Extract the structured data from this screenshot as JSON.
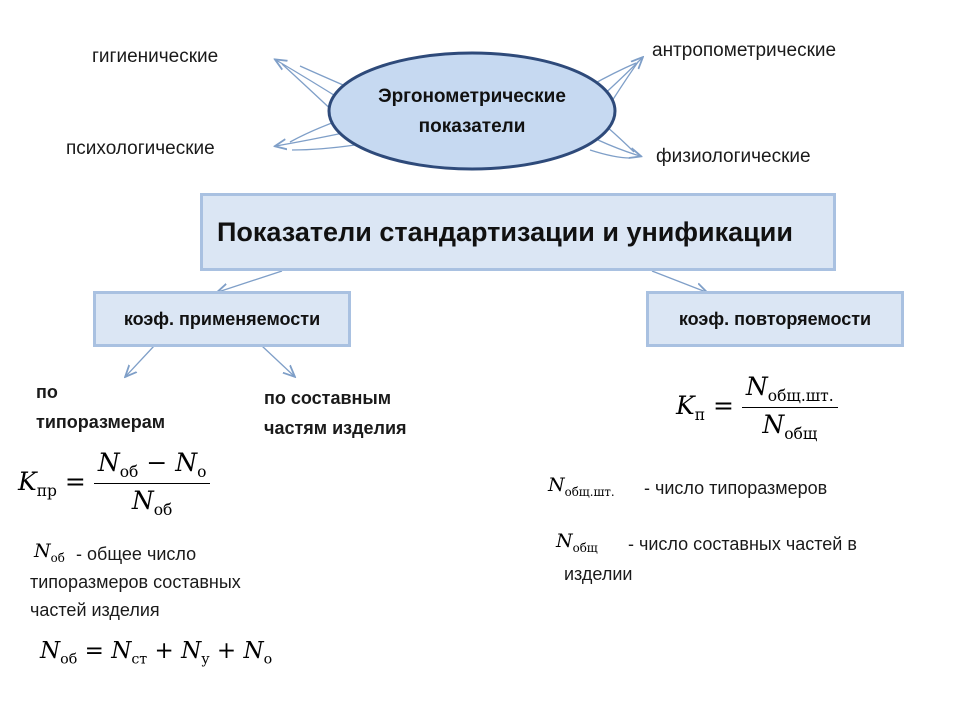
{
  "ellipse": {
    "line1": "Эргонометрические",
    "line2": "показатели"
  },
  "branches": {
    "top_left": "гигиенические",
    "bottom_left": "психологические",
    "top_right": "антропометрические",
    "bottom_right": "физиологические"
  },
  "main_box": "Показатели стандартизации и унификации",
  "left_box": "коэф. применяемости",
  "right_box": "коэф. повторяемости",
  "left_sub": {
    "by_size_line1": "по",
    "by_size_line2": "типоразмерам",
    "by_parts_line1": "по составным",
    "by_parts_line2": "частям изделия"
  },
  "formulas": {
    "k_pr": {
      "symbol": "K",
      "symbol_sub": "пр",
      "num_a": "N",
      "num_a_sub": "об",
      "minus": "−",
      "num_b": "N",
      "num_b_sub": "о",
      "den": "N",
      "den_sub": "об"
    },
    "n_ob_sum": {
      "lhs": "N",
      "lhs_sub": "об",
      "t1": "N",
      "t1_sub": "ст",
      "t2": "N",
      "t2_sub": "у",
      "t3": "N",
      "t3_sub": "о"
    },
    "k_p": {
      "symbol": "K",
      "symbol_sub": "п",
      "num": "N",
      "num_sub": "общ.шт.",
      "den": "N",
      "den_sub": "общ"
    },
    "n_total_sht": {
      "sym": "N",
      "sub": "общ.шт."
    },
    "n_total": {
      "sym": "N",
      "sub": "общ"
    },
    "n_ob": {
      "sym": "N",
      "sub": "об"
    }
  },
  "definitions": {
    "n_ob_line1": "- общее число",
    "n_ob_line2": "типоразмеров составных",
    "n_ob_line3": "частей изделия",
    "n_total_sht_text": "- число типоразмеров",
    "n_total_text_line1": "- число составных частей в",
    "n_total_text_line2": "изделии"
  },
  "colors": {
    "box_fill": "#dbe6f4",
    "box_border": "#a9c1e1",
    "ellipse_fill": "#c6d9f1",
    "ellipse_border": "#2e4a7a",
    "arrow": "#7f9fc8"
  }
}
